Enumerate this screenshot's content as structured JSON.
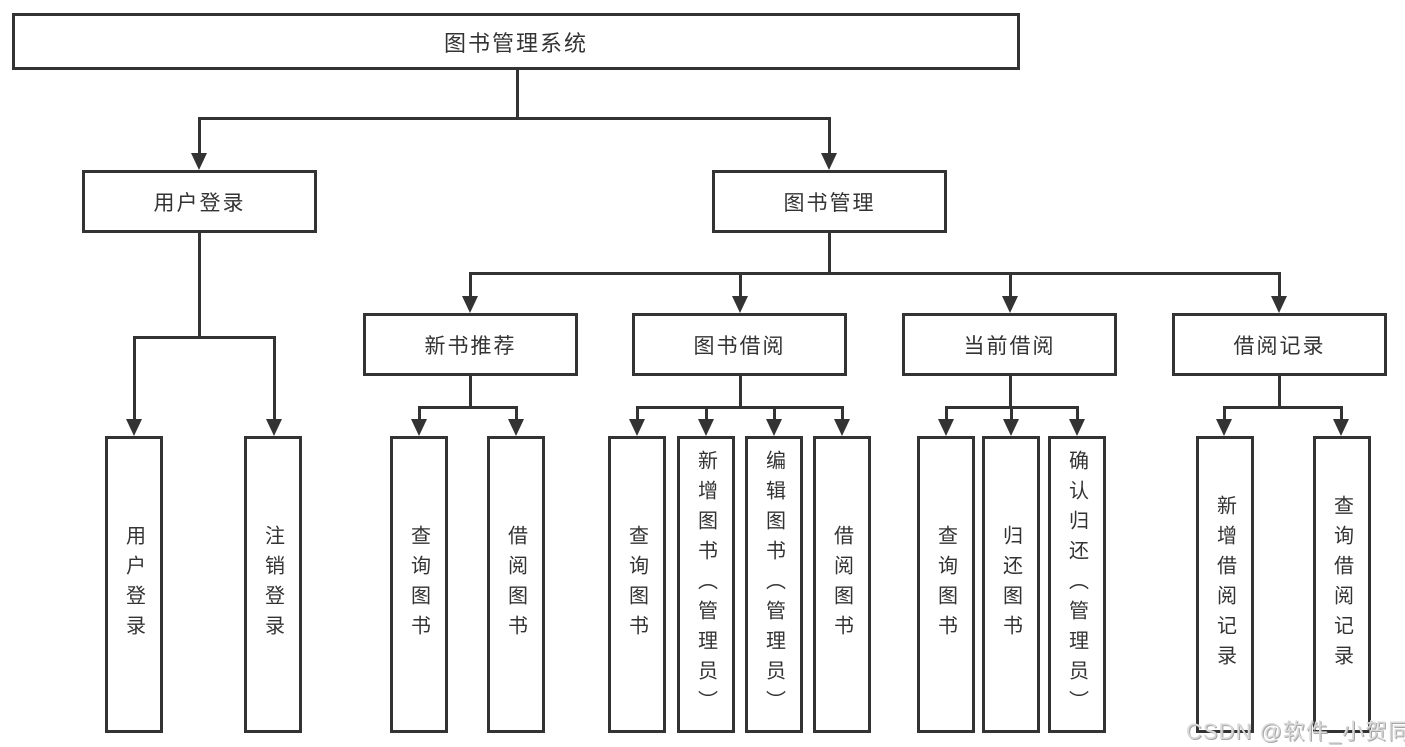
{
  "root": {
    "label": "图书管理系统"
  },
  "level2": [
    {
      "label": "用户登录"
    },
    {
      "label": "图书管理"
    }
  ],
  "level3": [
    {
      "label": "新书推荐"
    },
    {
      "label": "图书借阅"
    },
    {
      "label": "当前借阅"
    },
    {
      "label": "借阅记录"
    }
  ],
  "groups": {
    "user_login": {
      "children": [
        {
          "label": "用户登录"
        },
        {
          "label": "注销登录"
        }
      ]
    },
    "new_book": {
      "children": [
        {
          "label": "查询图书"
        },
        {
          "label": "借阅图书"
        }
      ]
    },
    "book_borrow": {
      "children": [
        {
          "label": "查询图书"
        },
        {
          "label": "新增图书（管理员）"
        },
        {
          "label": "编辑图书（管理员）"
        },
        {
          "label": "借阅图书"
        }
      ]
    },
    "current_borrow": {
      "children": [
        {
          "label": "查询图书"
        },
        {
          "label": "归还图书"
        },
        {
          "label": "确认归还（管理员）"
        }
      ]
    },
    "borrow_record": {
      "children": [
        {
          "label": "新增借阅记录"
        },
        {
          "label": "查询借阅记录"
        }
      ]
    }
  },
  "watermark": "CSDN @软件_小贺同学",
  "colors": {
    "line": "#333333",
    "box_border": "#333333",
    "text": "#333333",
    "background": "#ffffff",
    "watermark": "#d9d9d9"
  }
}
